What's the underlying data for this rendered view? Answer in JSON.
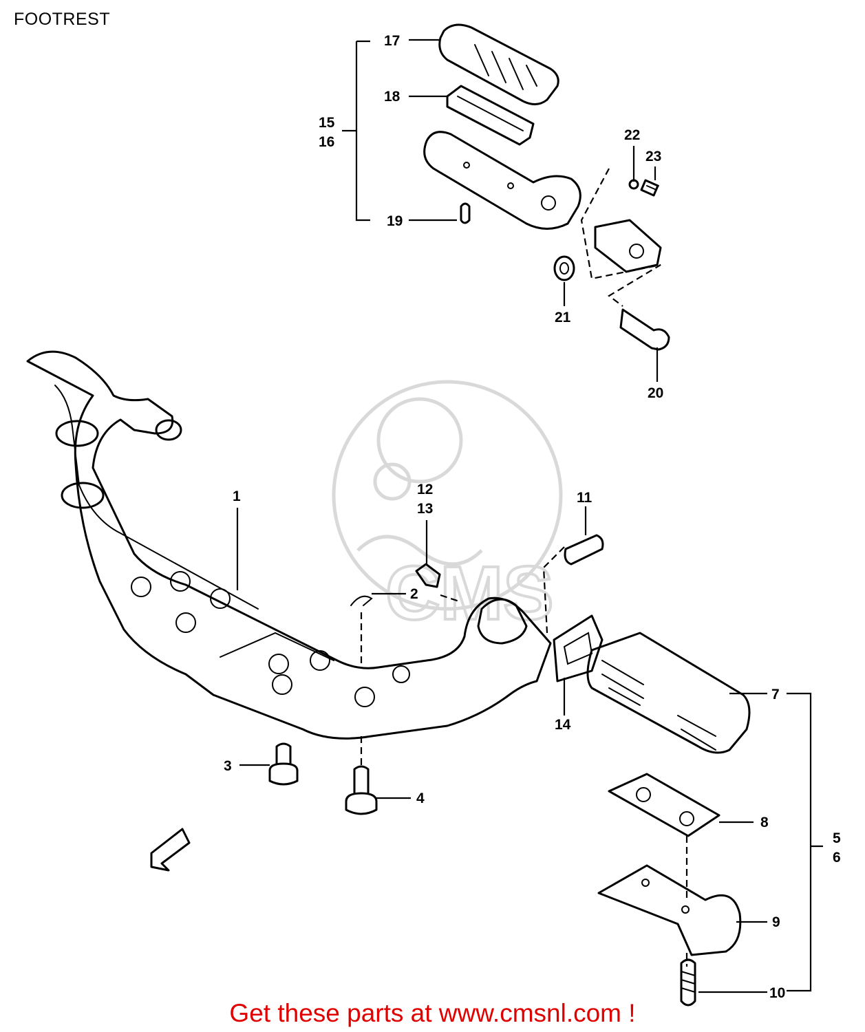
{
  "title": "FOOTREST",
  "footer": "Get these parts at www.cmsnl.com !",
  "watermark": "CMS",
  "colors": {
    "ink": "#000000",
    "footer": "#e00000",
    "watermark": "#d9d9d9"
  },
  "callouts": {
    "p1": "1",
    "p2": "2",
    "p3": "3",
    "p4": "4",
    "p5": "5",
    "p6": "6",
    "p7": "7",
    "p8": "8",
    "p9": "9",
    "p10": "10",
    "p11": "11",
    "p12": "12",
    "p13": "13",
    "p14": "14",
    "p15": "15",
    "p16": "16",
    "p17": "17",
    "p18": "18",
    "p19": "19",
    "p20": "20",
    "p21": "21",
    "p22": "22",
    "p23": "23"
  },
  "icons": {
    "front_arrow": "front-direction-arrow-icon"
  }
}
